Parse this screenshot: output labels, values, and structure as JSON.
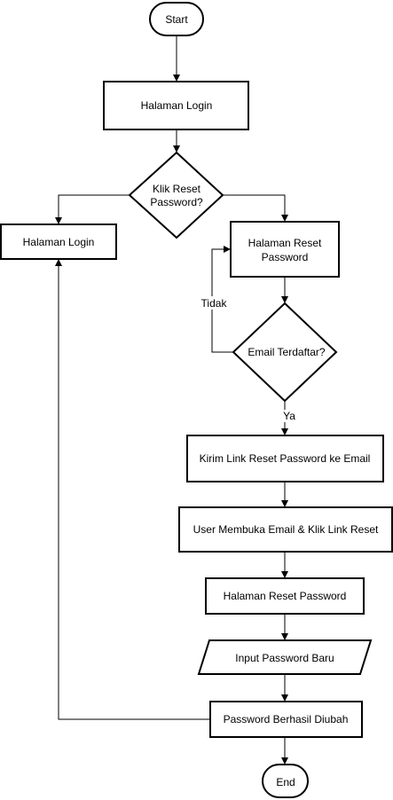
{
  "nodes": {
    "start": "Start",
    "login_page_1": "Halaman Login",
    "decision_reset": [
      "Klik Reset",
      "Password?"
    ],
    "login_page_2": "Halaman Login",
    "reset_page_1": [
      "Halaman Reset",
      "Password"
    ],
    "decision_email": "Email Terdaftar?",
    "send_link": "Kirim Link Reset Password ke Email",
    "open_email": "User Membuka Email & Klik Link Reset",
    "reset_page_2": "Halaman Reset Password",
    "input_password": "Input Password Baru",
    "success": "Password Berhasil Diubah",
    "end": "End"
  },
  "edge_labels": {
    "no": "Tidak",
    "yes": "Ya"
  }
}
